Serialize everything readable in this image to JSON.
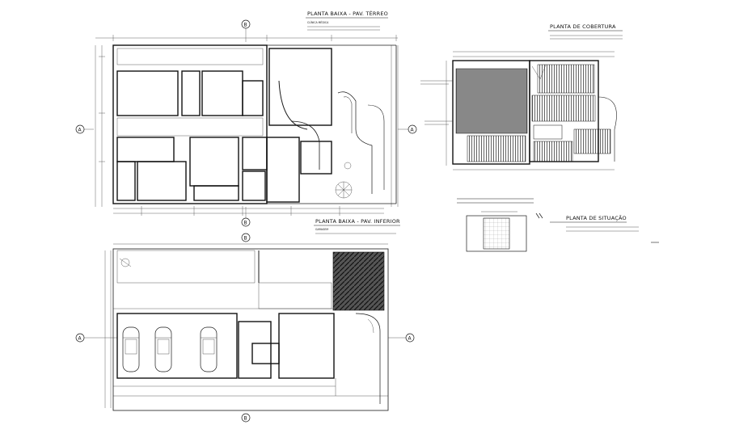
{
  "titles": {
    "terreo": "PLANTA BAIXA - PAV. TÉRREO",
    "cobertura": "PLANTA DE COBERTURA",
    "inferior": "PLANTA BAIXA - PAV. INFERIOR",
    "situacao": "PLANTA DE SITUAÇÃO"
  },
  "subtitles": {
    "terreo": "CLÍNICA MÉDICA",
    "inferior": "GARAGEM"
  },
  "section_markers": {
    "a": "A",
    "b": "B"
  },
  "colors": {
    "line": "#1a1a1a",
    "background": "#ffffff"
  }
}
